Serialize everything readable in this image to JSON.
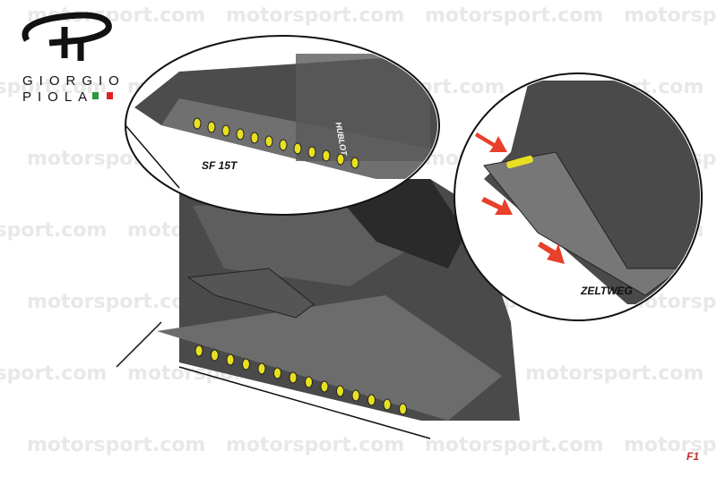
{
  "watermark": "motorsport.com",
  "branding": {
    "logo_line1": "GIORGIO",
    "logo_line2": "PIOLA",
    "flag_colors": [
      "#2a9a3a",
      "#ffffff",
      "#e02020"
    ],
    "f1_logo": "F1"
  },
  "labels": {
    "left_inset": "SF 15T",
    "right_inset": "ZELTWEG",
    "sponsor": "HUBLOT"
  },
  "colors": {
    "floor_dark": "#3a3a3a",
    "floor_mid": "#6a6a6a",
    "slot_yellow": "#e8e020",
    "arrow_red": "#e8402a"
  }
}
